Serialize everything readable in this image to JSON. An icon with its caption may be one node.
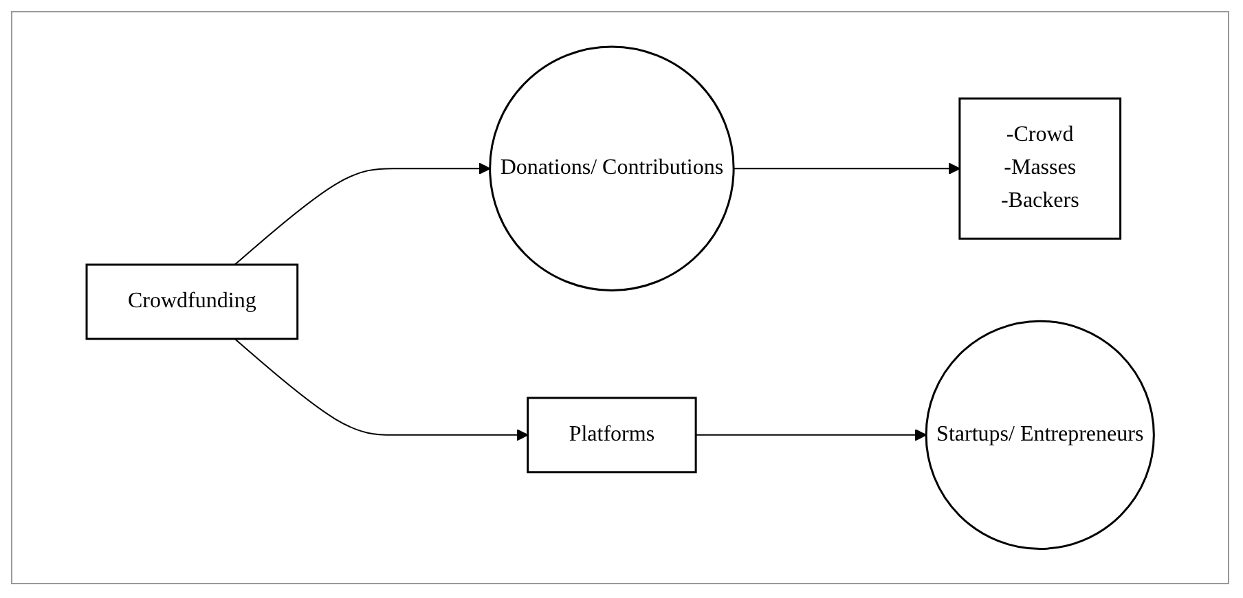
{
  "diagram": {
    "nodes": [
      {
        "text": [
          "Crowdfunding"
        ]
      },
      {
        "text": [
          "Donations/ Contributions"
        ]
      },
      {
        "text": [
          "-Crowd",
          "-Masses",
          "-Backers"
        ]
      },
      {
        "text": [
          "Platforms"
        ]
      },
      {
        "text": [
          "Startups/ Entrepreneurs"
        ]
      }
    ],
    "edges": [
      {
        "from": 0,
        "to": 1,
        "arrow": "to"
      },
      {
        "from": 1,
        "to": 2,
        "arrow": "to"
      },
      {
        "from": 0,
        "to": 3,
        "arrow": "to"
      },
      {
        "from": 3,
        "to": 4,
        "arrow": "to"
      }
    ]
  }
}
